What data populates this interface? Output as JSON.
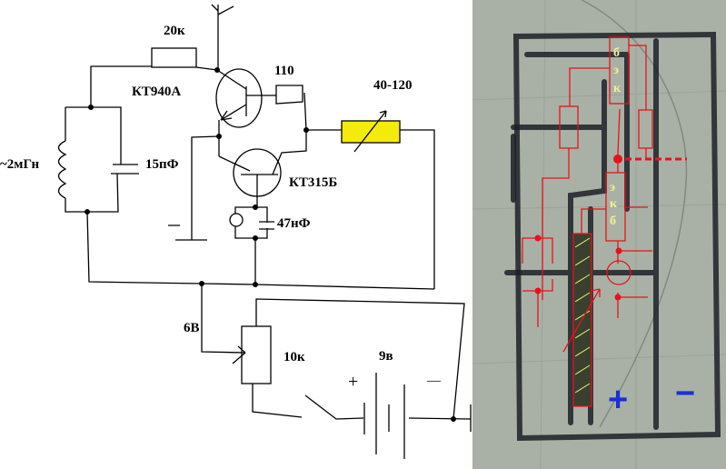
{
  "schematic": {
    "labels": {
      "r_bias": "20к",
      "q1": "КТ940А",
      "r_base": "110",
      "r_var": "40-120",
      "inductor": "~2мГн",
      "cap_tank": "15пФ",
      "q2": "КТ315Б",
      "cap_mic": "47нФ",
      "minus_ground": "_",
      "voltage": "6В",
      "pot": "10к",
      "battery": "9в",
      "battery_plus": "+",
      "battery_minus": "—"
    },
    "colors": {
      "trimmer_fill": "#f5eb0a",
      "wire": "#000000"
    }
  },
  "photo": {
    "pins_top": [
      "б",
      "э",
      "к"
    ],
    "pins_bottom": [
      "э",
      "к",
      "б"
    ],
    "plus": "+",
    "minus": "−",
    "colors": {
      "paper": "#a9b1a6",
      "trace": "#e8121a",
      "polarity": "#1b2fd6",
      "pin_text": "#f4f08a"
    }
  }
}
